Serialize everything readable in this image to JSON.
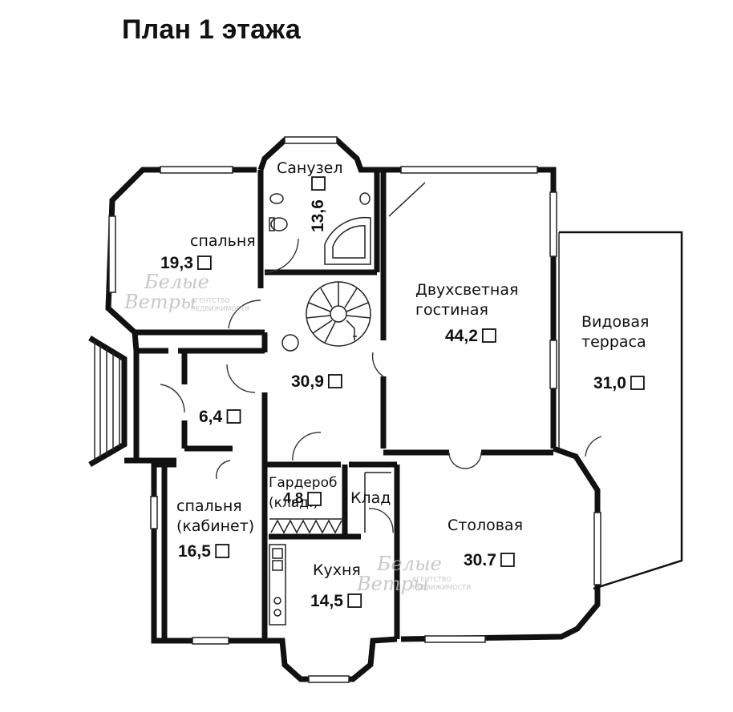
{
  "title": "План 1 этажа",
  "rooms": [
    {
      "name": "спальня",
      "area": "19,3"
    },
    {
      "name": "Санузел",
      "area": "13,6"
    },
    {
      "name": "Двухсветная\nгостиная",
      "area": "44,2"
    },
    {
      "name": "Видовая\nтерраса",
      "area": "31,0"
    },
    {
      "name": "",
      "area": "30,9"
    },
    {
      "name": "",
      "area": "6,4"
    },
    {
      "name": "Гардероб\n(клад.)",
      "area": "4,8"
    },
    {
      "name": "Клад",
      "area": ""
    },
    {
      "name": "спальня\n(кабинет)",
      "area": "16,5"
    },
    {
      "name": "Кухня",
      "area": "14,5"
    },
    {
      "name": "Столовая",
      "area": "30.7"
    }
  ],
  "watermark": {
    "line1": "Белые",
    "line2": "Ветры",
    "caption_top": "АГЕНТСТВО",
    "caption_bottom": "НЕДВИЖИМОСТИ"
  }
}
